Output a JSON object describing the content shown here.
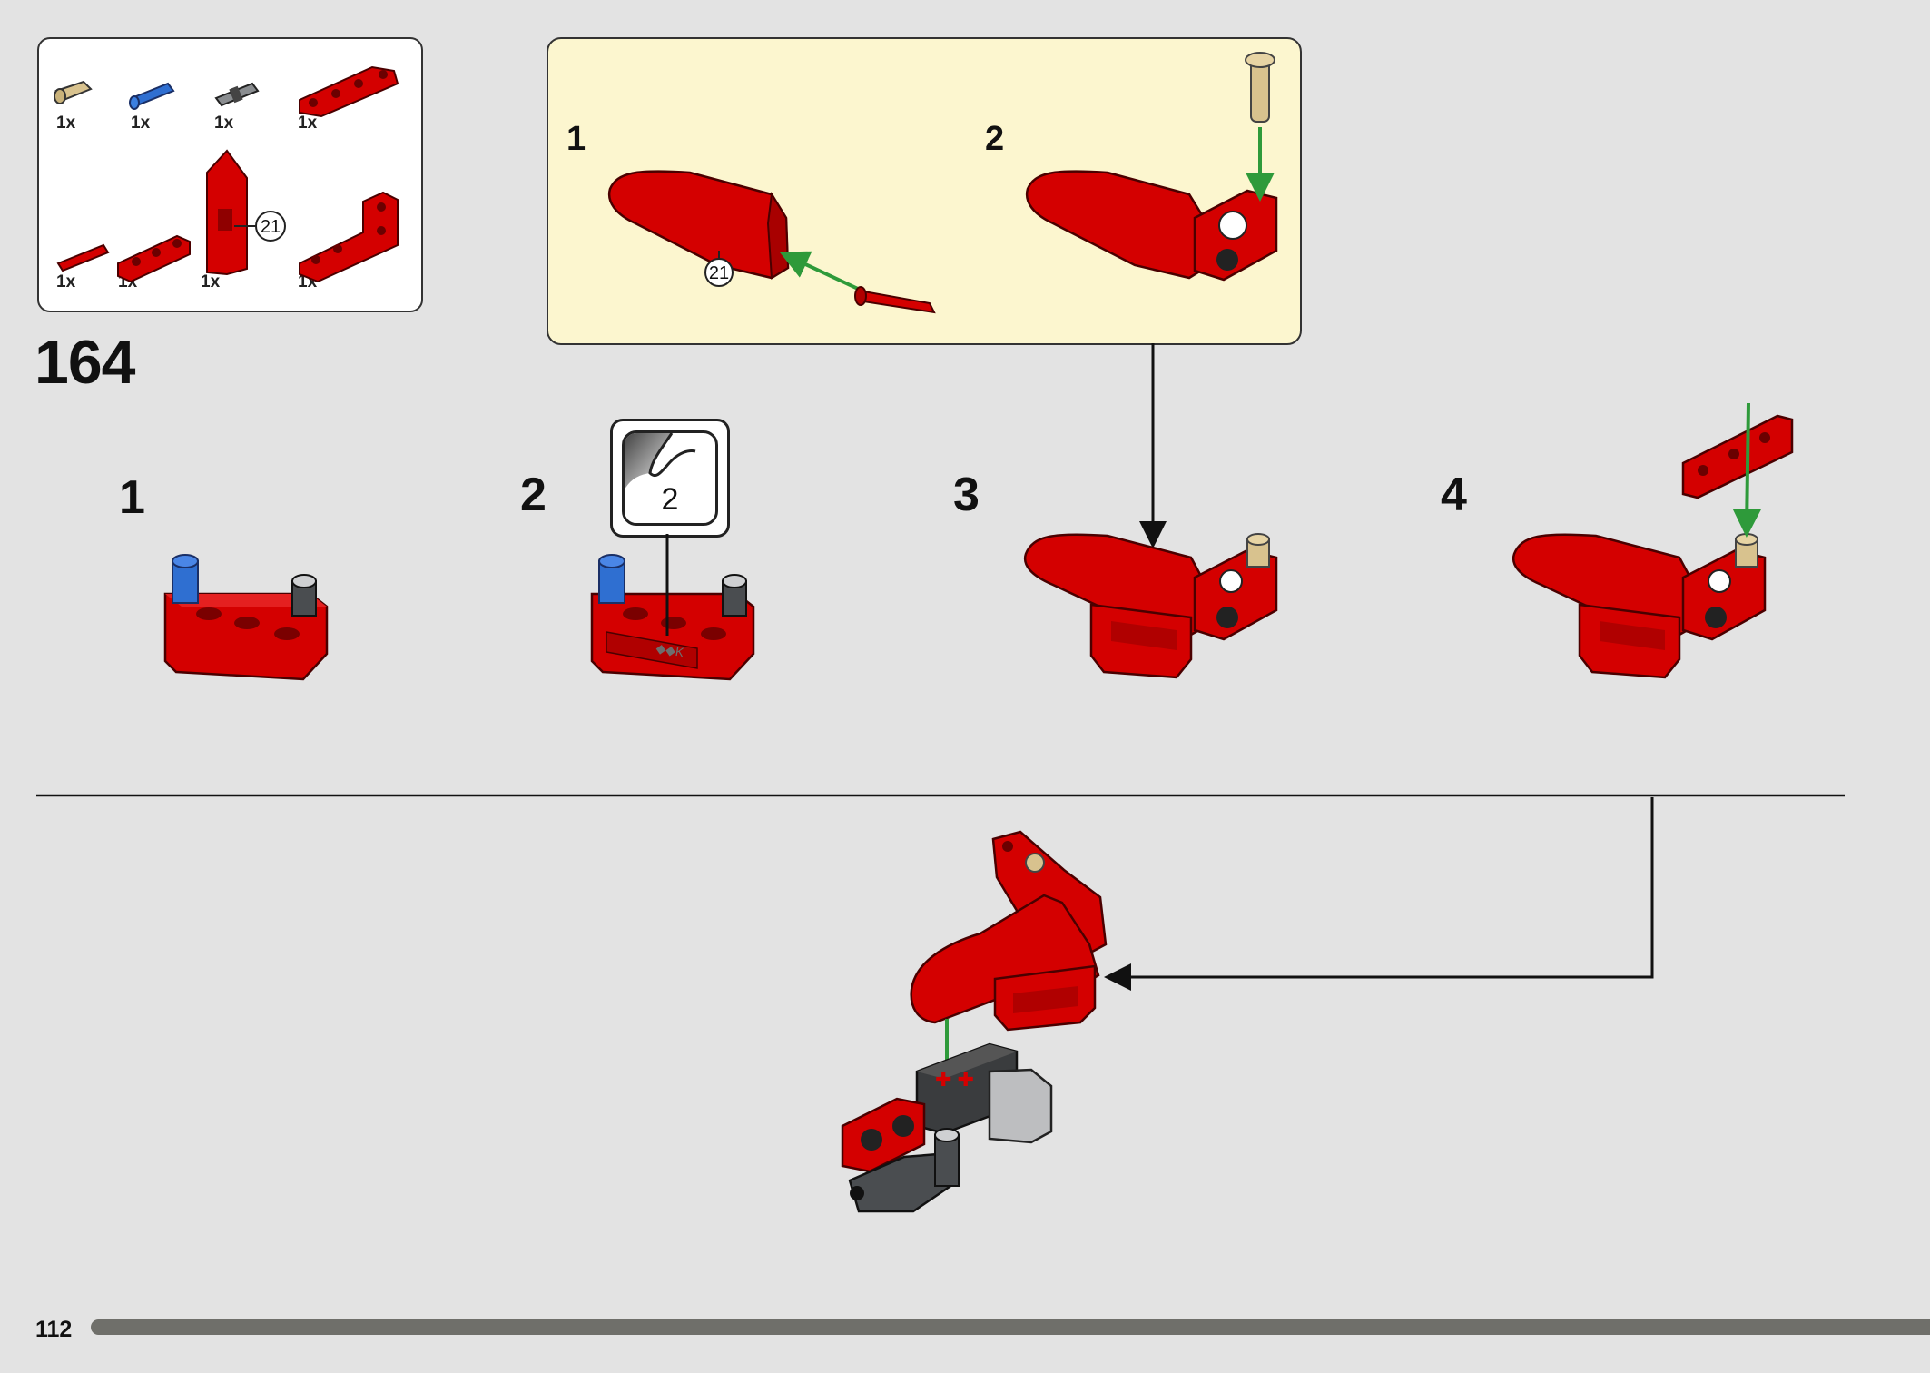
{
  "step": {
    "number": "164"
  },
  "parts": [
    {
      "qty": "1x",
      "icon": "pin-tan-icon"
    },
    {
      "qty": "1x",
      "icon": "axle-pin-blue-icon"
    },
    {
      "qty": "1x",
      "icon": "pin-grey-icon"
    },
    {
      "qty": "1x",
      "icon": "beam-red-bent-icon"
    },
    {
      "qty": "1x",
      "icon": "axle-red-short-icon"
    },
    {
      "qty": "1x",
      "icon": "beam-red-3-icon"
    },
    {
      "qty": "1x",
      "icon": "panel-red-icon",
      "callout": "21"
    },
    {
      "qty": "1x",
      "icon": "beam-red-L-icon"
    }
  ],
  "callout": {
    "sub_steps": [
      "1",
      "2"
    ],
    "part_callout": "21"
  },
  "sub_steps": [
    "1",
    "2",
    "3",
    "4"
  ],
  "sticker": {
    "number": "2"
  },
  "footer": {
    "page_number": "112"
  },
  "colors": {
    "lego_red": "#d40000",
    "callout_bg": "#fcf6cf",
    "arrow_green": "#2e9a3a",
    "page_bg": "#e3e3e3"
  }
}
